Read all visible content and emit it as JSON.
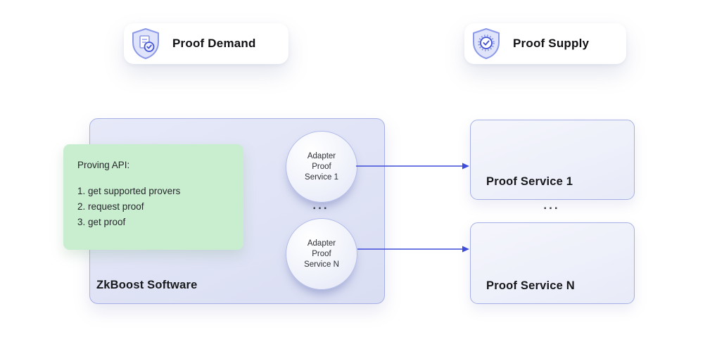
{
  "colors": {
    "arrow": "#3e4cd8",
    "software_box_fill": "#dde1f5",
    "software_box_border": "#a6b0e6",
    "api_panel_fill": "#c9edcf",
    "service_box_fill": "#edeffa",
    "shield_fill": "#dfe4fa",
    "shield_stroke": "#8d9ae9",
    "check_accent": "#4353d8"
  },
  "badges": {
    "demand": {
      "label": "Proof Demand",
      "icon": "shield-document-check-icon"
    },
    "supply": {
      "label": "Proof Supply",
      "icon": "shield-check-icon"
    }
  },
  "software_box": {
    "label": "ZkBoost Software",
    "api_panel": {
      "title": "Proving API:",
      "items": [
        "1. get supported provers",
        "2. request proof",
        "3. get proof"
      ]
    },
    "adapters": [
      {
        "lines": [
          "Adapter",
          "Proof",
          "Service 1"
        ]
      },
      {
        "lines": [
          "Adapter",
          "Proof",
          "Service N"
        ]
      }
    ],
    "adapter_ellipsis": "..."
  },
  "services": {
    "items": [
      {
        "label": "Proof Service 1"
      },
      {
        "label": "Proof Service N"
      }
    ],
    "ellipsis": "..."
  }
}
